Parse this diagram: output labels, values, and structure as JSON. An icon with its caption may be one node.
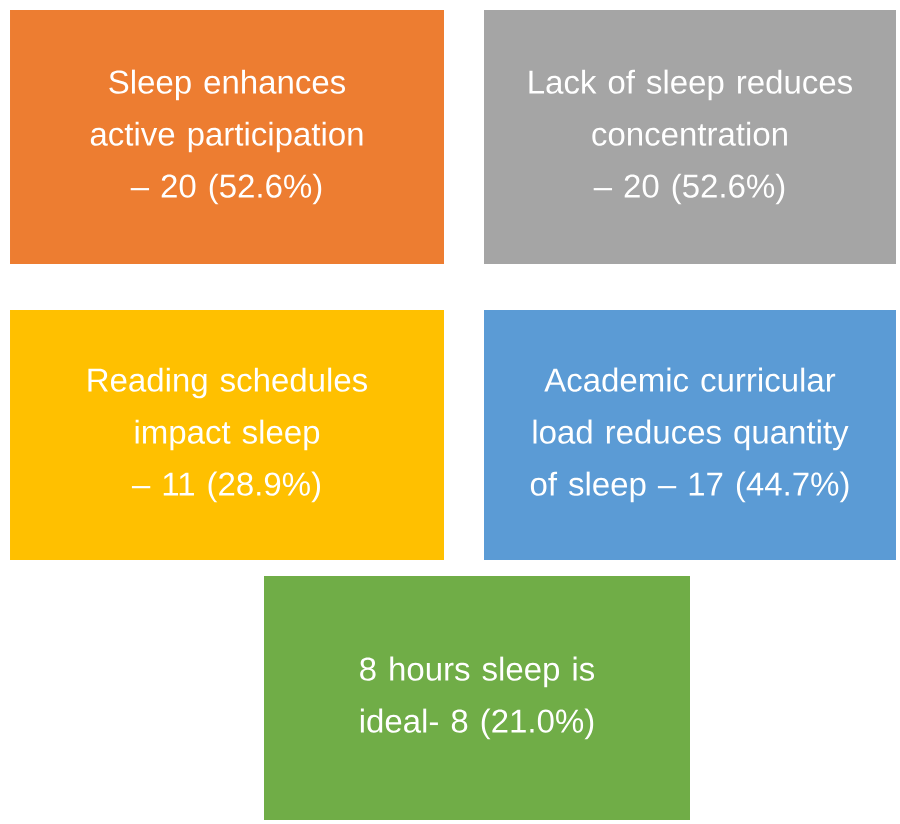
{
  "diagram": {
    "nodes": [
      {
        "text": [
          "Sleep enhances active participation – 20 (52.6%)"
        ]
      },
      {
        "text": [
          "Lack of sleep reduces concentration – 20 (52.6%)"
        ]
      },
      {
        "text": [
          "Reading schedules impact sleep – 11 (28.9%)"
        ]
      },
      {
        "text": [
          "Academic curricular load reduces quantity of sleep – 17 (44.7%)"
        ]
      },
      {
        "text": [
          "8 hours sleep is ideal- 8 (21.0%)"
        ]
      }
    ]
  }
}
